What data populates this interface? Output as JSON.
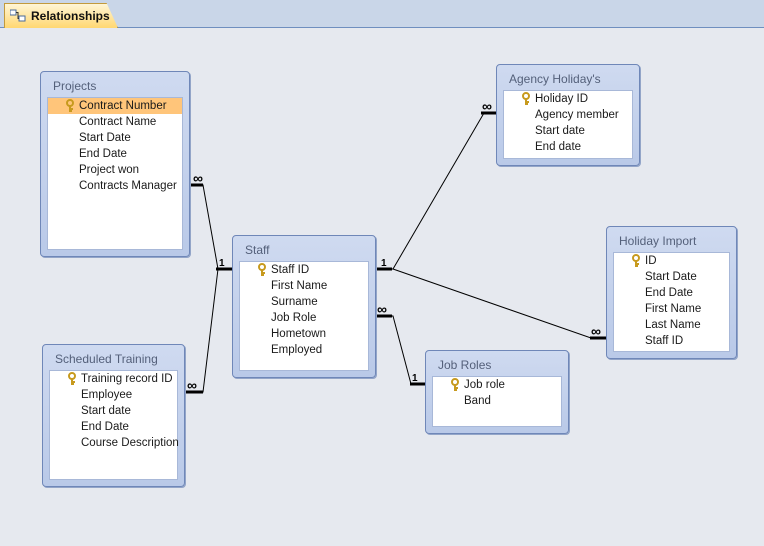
{
  "tab": {
    "label": "Relationships",
    "icon": "relationships-icon"
  },
  "tables": {
    "projects": {
      "title": "Projects",
      "fields": [
        "Contract Number",
        "Contract Name",
        "Start Date",
        "End Date",
        "Project won",
        "Contracts Manager"
      ],
      "primary_key": "Contract Number",
      "selected": "Contract Number"
    },
    "scheduled_training": {
      "title": "Scheduled Training",
      "fields": [
        "Training record ID",
        "Employee",
        "Start date",
        "End Date",
        "Course Description"
      ],
      "primary_key": "Training record ID"
    },
    "staff": {
      "title": "Staff",
      "fields": [
        "Staff ID",
        "First Name",
        "Surname",
        "Job Role",
        "Hometown",
        "Employed"
      ],
      "primary_key": "Staff ID"
    },
    "agency_holidays": {
      "title": "Agency Holiday's",
      "fields": [
        "Holiday ID",
        "Agency member",
        "Start date",
        "End date"
      ],
      "primary_key": "Holiday ID"
    },
    "holiday_import": {
      "title": "Holiday Import",
      "fields": [
        "ID",
        "Start Date",
        "End Date",
        "First Name",
        "Last Name",
        "Staff ID"
      ],
      "primary_key": "ID"
    },
    "job_roles": {
      "title": "Job Roles",
      "fields": [
        "Job role",
        "Band"
      ],
      "primary_key": "Job role"
    }
  },
  "cardinality": {
    "one": "1",
    "many": "∞"
  },
  "colors": {
    "selected_row": "#ffc57a",
    "table_border": "#6f87b8",
    "key_icon": "#c79a1e"
  }
}
